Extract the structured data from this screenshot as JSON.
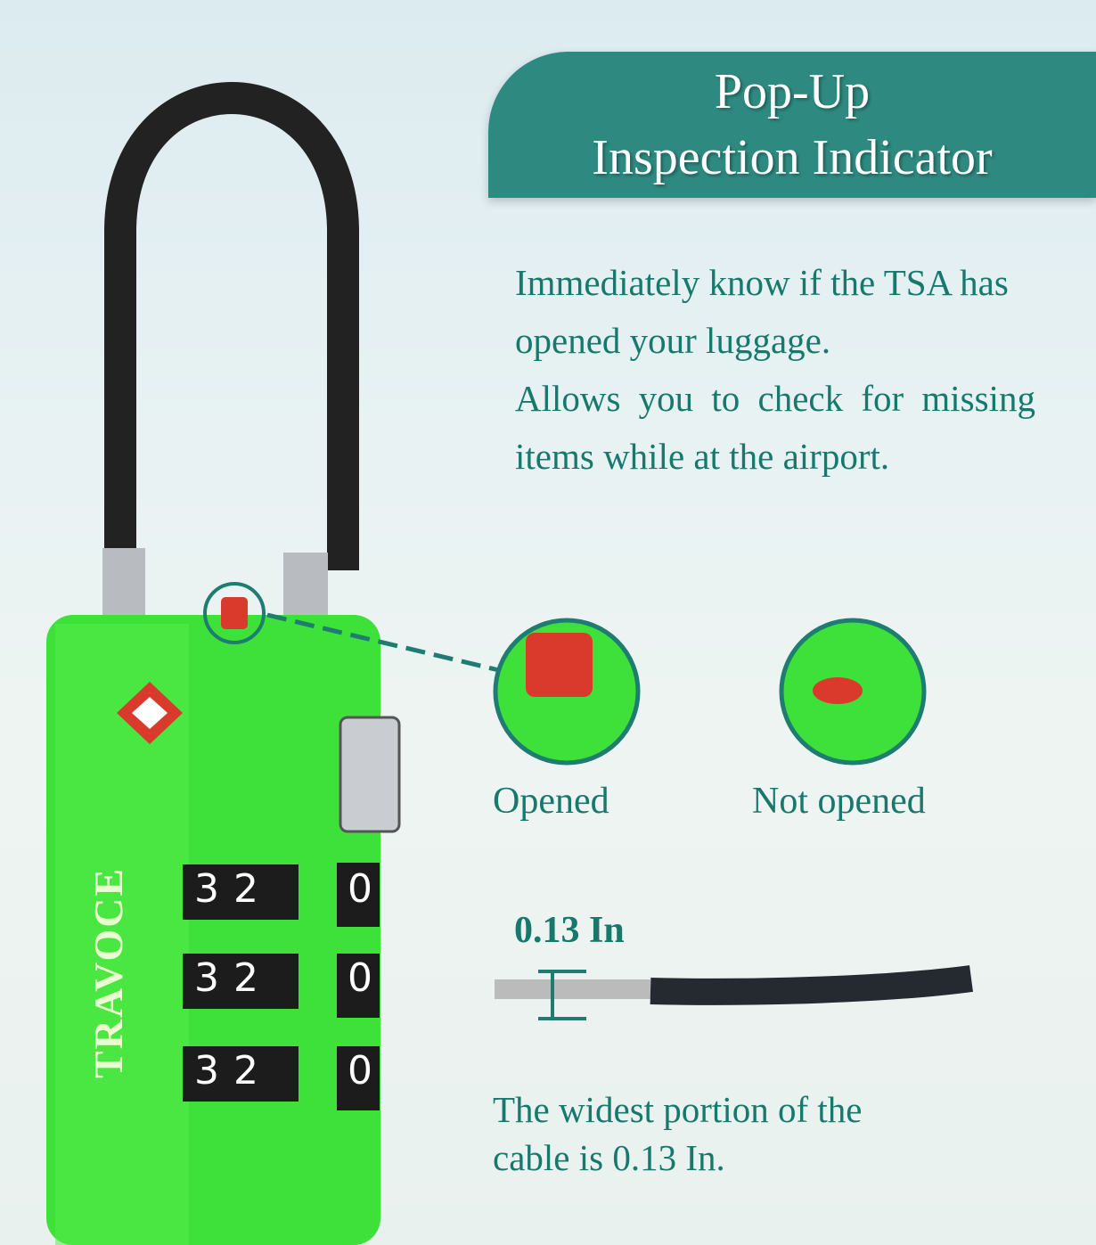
{
  "banner": {
    "line1": "Pop-Up",
    "line2": "Inspection Indicator"
  },
  "description": {
    "line1": "Immediately know if the TSA has opened your luggage.",
    "line2": "Allows you to check for missing items while at the airport."
  },
  "indicator_states": [
    {
      "label": "Opened"
    },
    {
      "label": "Not opened"
    }
  ],
  "measurement": {
    "value": "0.13 In",
    "caption": "The widest portion of the cable is 0.13 In."
  },
  "product": {
    "brand": "TRAVOCE",
    "dials": [
      "2",
      "2",
      "2"
    ],
    "dial_right": [
      "0",
      "0",
      "0"
    ],
    "dial_left": [
      "3",
      "3",
      "3"
    ]
  },
  "colors": {
    "accent": "#2e8a80",
    "text": "#17786c",
    "lock_body": "#3ee03a",
    "indicator": "#d93a2b"
  }
}
